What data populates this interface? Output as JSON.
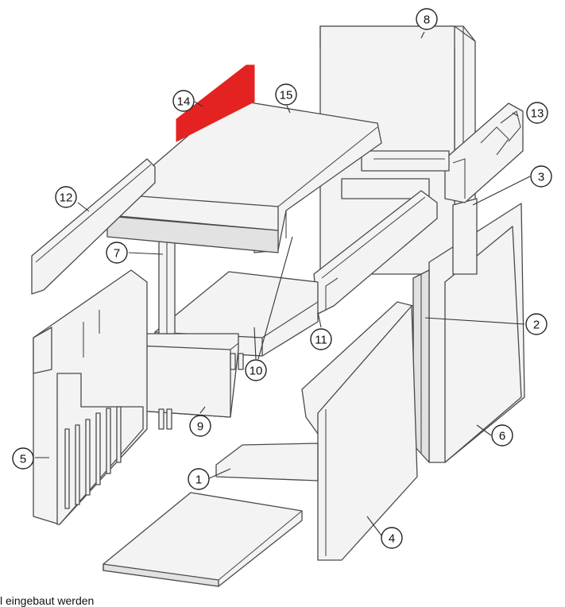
{
  "caption": "l eingebaut werden",
  "accent_color": "#e52222",
  "callouts": [
    {
      "id": "1",
      "label": "1"
    },
    {
      "id": "2",
      "label": "2"
    },
    {
      "id": "3",
      "label": "3"
    },
    {
      "id": "4",
      "label": "4"
    },
    {
      "id": "5",
      "label": "5"
    },
    {
      "id": "6",
      "label": "6"
    },
    {
      "id": "7",
      "label": "7"
    },
    {
      "id": "8",
      "label": "8"
    },
    {
      "id": "9",
      "label": "9"
    },
    {
      "id": "10",
      "label": "10"
    },
    {
      "id": "11",
      "label": "11"
    },
    {
      "id": "12",
      "label": "12"
    },
    {
      "id": "13",
      "label": "13"
    },
    {
      "id": "14",
      "label": "14"
    },
    {
      "id": "15",
      "label": "15"
    }
  ]
}
